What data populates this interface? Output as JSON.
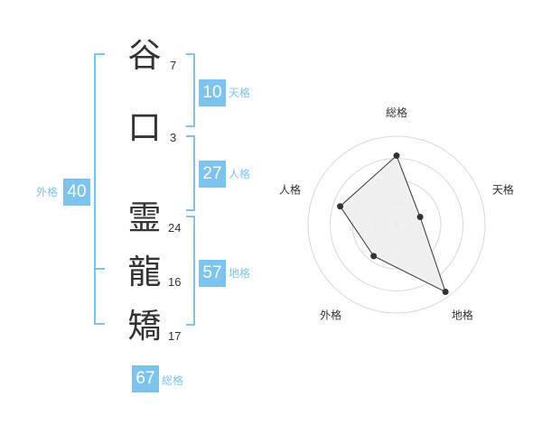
{
  "name": {
    "chars": [
      {
        "char": "谷",
        "strokes": "7"
      },
      {
        "char": "口",
        "strokes": "3"
      },
      {
        "char": "霊",
        "strokes": "24"
      },
      {
        "char": "龍",
        "strokes": "16"
      },
      {
        "char": "矯",
        "strokes": "17"
      }
    ]
  },
  "fortune": {
    "tenkaku": {
      "value": "10",
      "label": "天格"
    },
    "jinkaku": {
      "value": "27",
      "label": "人格"
    },
    "chikaku": {
      "value": "57",
      "label": "地格"
    },
    "gaikaku": {
      "value": "40",
      "label": "外格"
    },
    "soukaku": {
      "value": "67",
      "label": "総格"
    }
  },
  "colors": {
    "accent": "#7cc4ee",
    "text": "#333333",
    "grid": "#d8d8d8",
    "fill": "#eeeeee"
  },
  "chart_data": {
    "type": "radar",
    "axes": [
      "総格",
      "天格",
      "地格",
      "外格",
      "人格"
    ],
    "values": [
      0.78,
      0.28,
      0.94,
      0.44,
      0.67
    ],
    "max": 1,
    "rings": 4
  }
}
